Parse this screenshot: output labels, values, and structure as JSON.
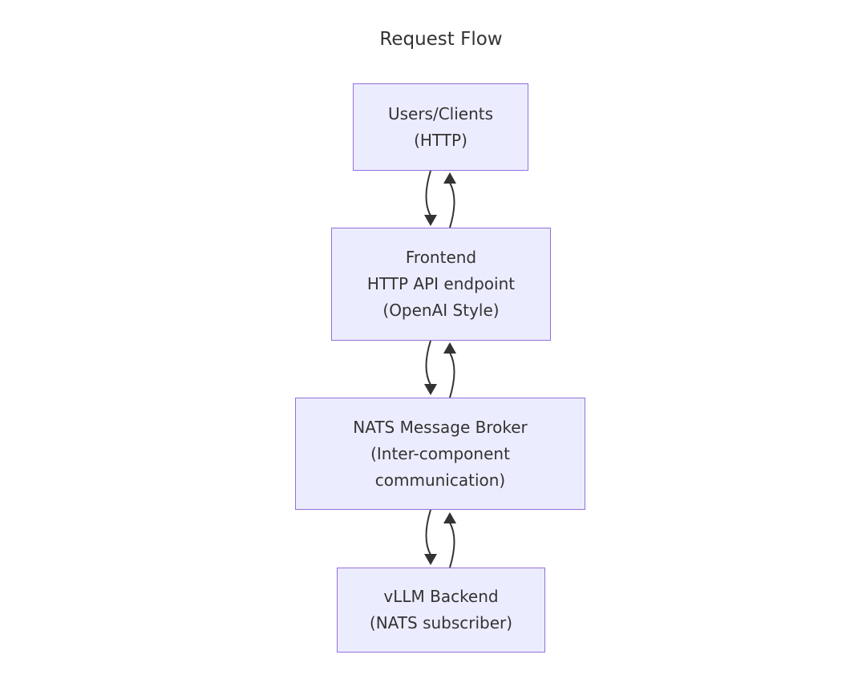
{
  "diagram": {
    "type": "flowchart-top-down",
    "title": "Request Flow",
    "nodes": [
      {
        "id": "users-clients",
        "lines": [
          "Users/Clients",
          "(HTTP)"
        ]
      },
      {
        "id": "frontend",
        "lines": [
          "Frontend",
          "HTTP API endpoint",
          "(OpenAI Style)"
        ]
      },
      {
        "id": "nats-broker",
        "lines": [
          "NATS Message Broker",
          "(Inter-component",
          "communication)"
        ]
      },
      {
        "id": "vllm-backend",
        "lines": [
          "vLLM Backend",
          "(NATS subscriber)"
        ]
      }
    ],
    "edges": [
      {
        "from": "users-clients",
        "to": "frontend",
        "bidirectional": true
      },
      {
        "from": "frontend",
        "to": "nats-broker",
        "bidirectional": true
      },
      {
        "from": "nats-broker",
        "to": "vllm-backend",
        "bidirectional": true
      }
    ],
    "colors": {
      "node_fill": "#ECECFF",
      "node_border": "#9370DB",
      "edge": "#333333",
      "text": "#333333",
      "background": "#FFFFFF"
    }
  }
}
